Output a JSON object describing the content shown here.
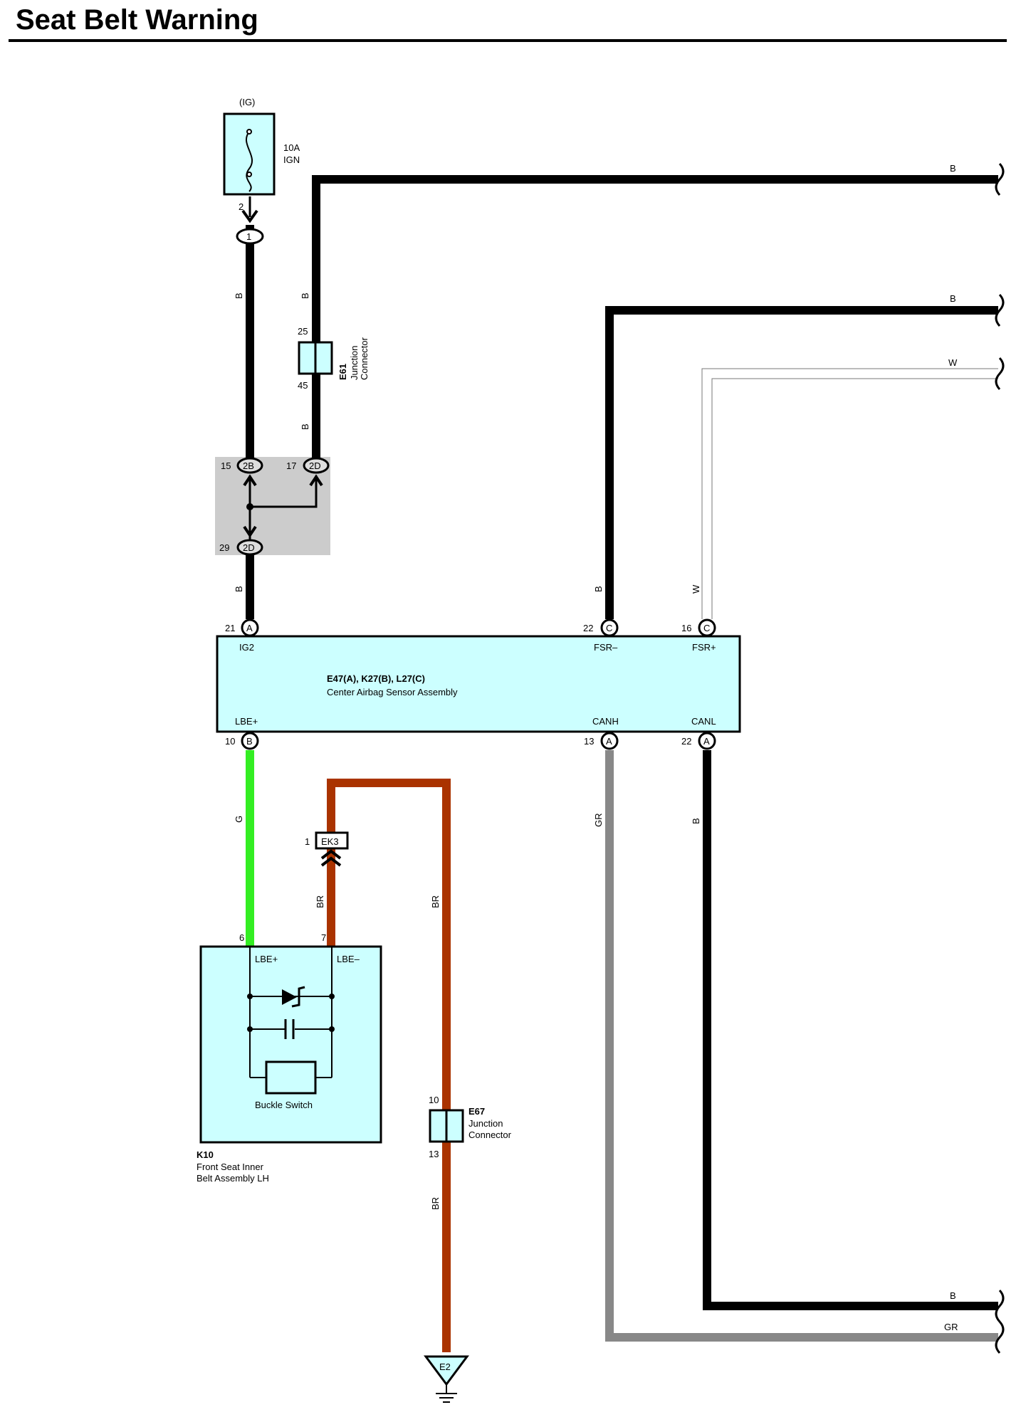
{
  "title": "Seat Belt Warning",
  "colors": {
    "wire_black": "#000000",
    "wire_green": "#33ee22",
    "wire_brown": "#aa3300",
    "wire_gray": "#888888",
    "wire_white": "#ffffff",
    "component_fill": "#ccffff",
    "junction_block_fill": "#cccccc"
  },
  "fuse": {
    "supply": "(IG)",
    "rating": "10A",
    "name": "IGN",
    "pin": "2"
  },
  "connectors": {
    "c1": "1",
    "e61": {
      "id": "E61",
      "line1": "Junction",
      "line2": "Connector",
      "pin_top": "25",
      "pin_bottom": "45"
    },
    "jb": {
      "p15": "15",
      "c15": "2B",
      "p17": "17",
      "c17": "2D",
      "p29": "29",
      "c29": "2D"
    },
    "ek3": {
      "id": "EK3",
      "pin": "1"
    },
    "e67": {
      "id": "E67",
      "line1": "Junction",
      "line2": "Connector",
      "pin_top": "10",
      "pin_bottom": "13"
    }
  },
  "ecu": {
    "id": "E47(A), K27(B), L27(C)",
    "name": "Center Airbag Sensor Assembly",
    "pins": {
      "ig2": {
        "num": "21",
        "conn": "A",
        "label": "IG2"
      },
      "fsr_minus": {
        "num": "22",
        "conn": "C",
        "label": "FSR–"
      },
      "fsr_plus": {
        "num": "16",
        "conn": "C",
        "label": "FSR+"
      },
      "lbe_plus": {
        "num": "10",
        "conn": "B",
        "label": "LBE+"
      },
      "canh": {
        "num": "13",
        "conn": "A",
        "label": "CANH"
      },
      "canl": {
        "num": "22",
        "conn": "A",
        "label": "CANL"
      }
    }
  },
  "buckle": {
    "id": "K10",
    "name_line1": "Front Seat Inner",
    "name_line2": "Belt Assembly LH",
    "switch_label": "Buckle Switch",
    "pin_plus": "6",
    "pin_minus": "7",
    "label_plus": "LBE+",
    "label_minus": "LBE–"
  },
  "ground": {
    "id": "E2"
  },
  "wire_labels": {
    "fuse_down": "B",
    "e61_up": "B",
    "e61_down": "B",
    "jb_down": "B",
    "top_right": "B",
    "fsr_minus_right": "B",
    "fsr_minus_vert": "B",
    "fsr_plus_right": "W",
    "fsr_plus_vert": "W",
    "lbe": "G",
    "ek3_down": "BR",
    "br_up": "BR",
    "br_down": "BR",
    "canh_vert": "GR",
    "canl_vert": "B",
    "canl_right": "B",
    "canh_right": "GR"
  }
}
